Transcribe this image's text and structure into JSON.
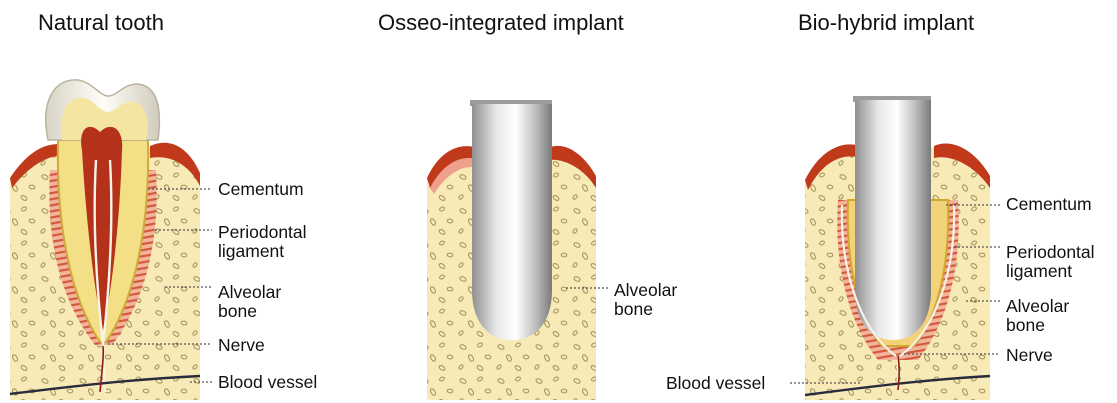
{
  "panels": [
    {
      "title": "Natural tooth",
      "labels": {
        "cementum": "Cementum",
        "periodontal_1": "Periodontal",
        "periodontal_2": "ligament",
        "alveolar_1": "Alveolar",
        "alveolar_2": "bone",
        "nerve": "Nerve",
        "blood_vessel": "Blood vessel"
      }
    },
    {
      "title": "Osseo-integrated implant",
      "labels": {
        "alveolar_1": "Alveolar",
        "alveolar_2": "bone"
      }
    },
    {
      "title": "Bio-hybrid implant",
      "labels": {
        "cementum": "Cementum",
        "periodontal_1": "Periodontal",
        "periodontal_2": "ligament",
        "alveolar_1": "Alveolar",
        "alveolar_2": "bone",
        "nerve": "Nerve",
        "blood_vessel": "Blood vessel"
      }
    }
  ],
  "colors": {
    "bone": "#f7eab6",
    "gum_outer": "#c0391b",
    "gum_inner": "#efa08c",
    "ligament": "#d96a4e",
    "pulp": "#b5321a",
    "dentin": "#f4e6a0",
    "enamel": "#fbf7ea",
    "metal": "#bdbdbd",
    "vessel": "#2b2b3e",
    "nerve": "#f7f2e8"
  }
}
